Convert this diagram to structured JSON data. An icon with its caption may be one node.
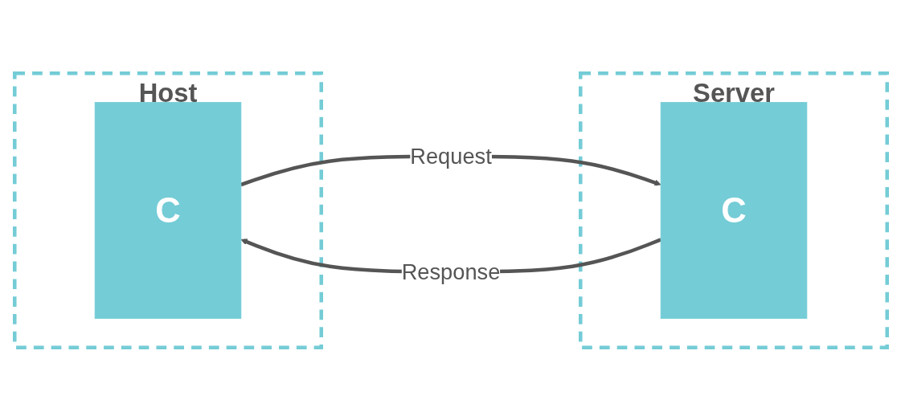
{
  "diagram": {
    "nodes": [
      {
        "text": [
          "Host"
        ]
      },
      {
        "text": [
          "C"
        ],
        "in": 0
      },
      {
        "text": [
          "Server"
        ]
      },
      {
        "text": [
          "C"
        ],
        "in": 2
      }
    ],
    "edges": [
      {
        "from": 1,
        "to": 3,
        "arrow": "to",
        "label": "Request"
      },
      {
        "from": 3,
        "to": 1,
        "arrow": "to",
        "label": "Response"
      }
    ]
  }
}
